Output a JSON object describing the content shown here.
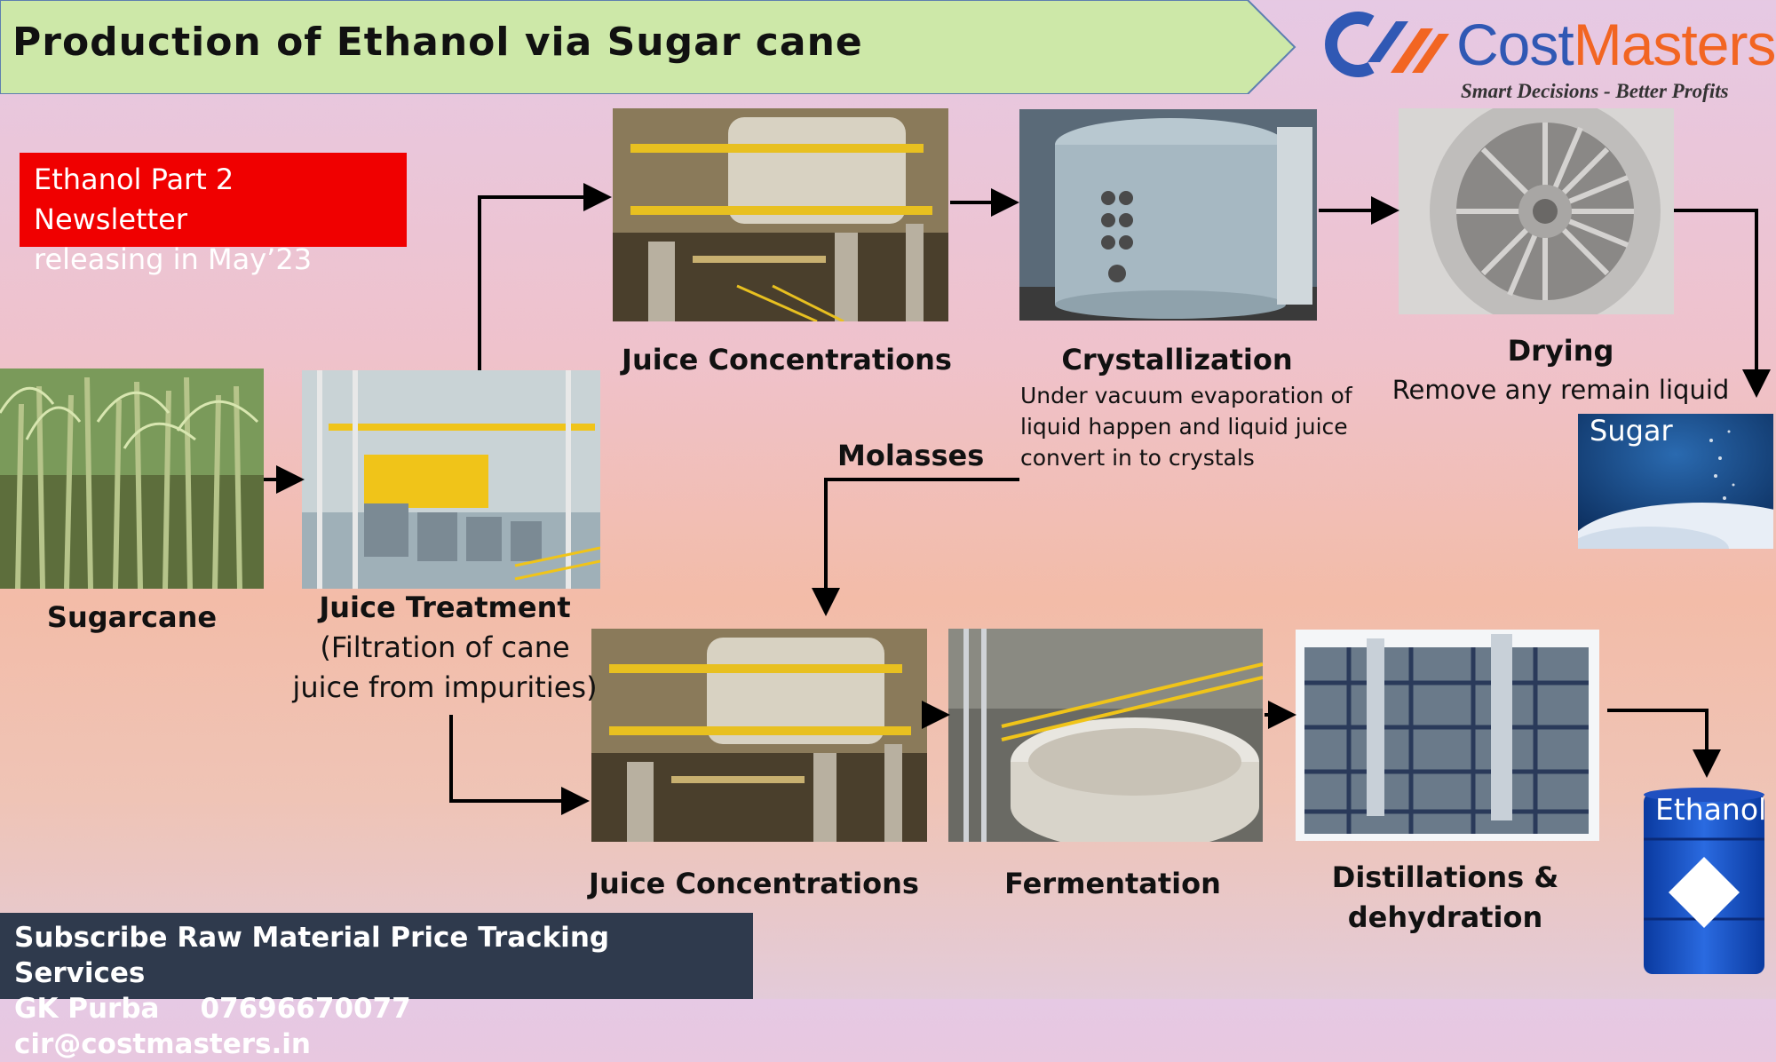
{
  "title": "Production of Ethanol via Sugar cane",
  "logo": {
    "name": "CostMasters",
    "tagline": "Smart Decisions - Better Profits"
  },
  "notice": {
    "line1": "Ethanol Part 2 Newsletter",
    "line2": "releasing in May’23"
  },
  "steps": {
    "sugarcane": "Sugarcane",
    "juice_treatment": {
      "title": "Juice Treatment",
      "desc_line1": "(Filtration of cane",
      "desc_line2": "juice from impurities)"
    },
    "juice_concentrations_top": "Juice Concentrations",
    "crystallization": {
      "title": "Crystallization",
      "desc_line1": "Under vacuum evaporation of",
      "desc_line2": "liquid happen and liquid juice",
      "desc_line3": "convert in to crystals"
    },
    "drying": {
      "title": "Drying",
      "desc": "Remove any remain liquid"
    },
    "sugar": "Sugar",
    "molasses": "Molasses",
    "juice_concentrations_bottom": "Juice Concentrations",
    "fermentation": "Fermentation",
    "distillation": {
      "line1": "Distillations &",
      "line2": "dehydration"
    },
    "ethanol": "Ethanol"
  },
  "footer": {
    "line1": "Subscribe Raw Material Price Tracking Services",
    "name": "GK Purba",
    "phone": "07696670077",
    "email": "cir@costmasters.in"
  },
  "colors": {
    "banner": "#cde8a8",
    "notice": "#f00000",
    "logo_blue": "#3058b4",
    "logo_orange": "#f26522",
    "footer": "#2f3a4d"
  }
}
